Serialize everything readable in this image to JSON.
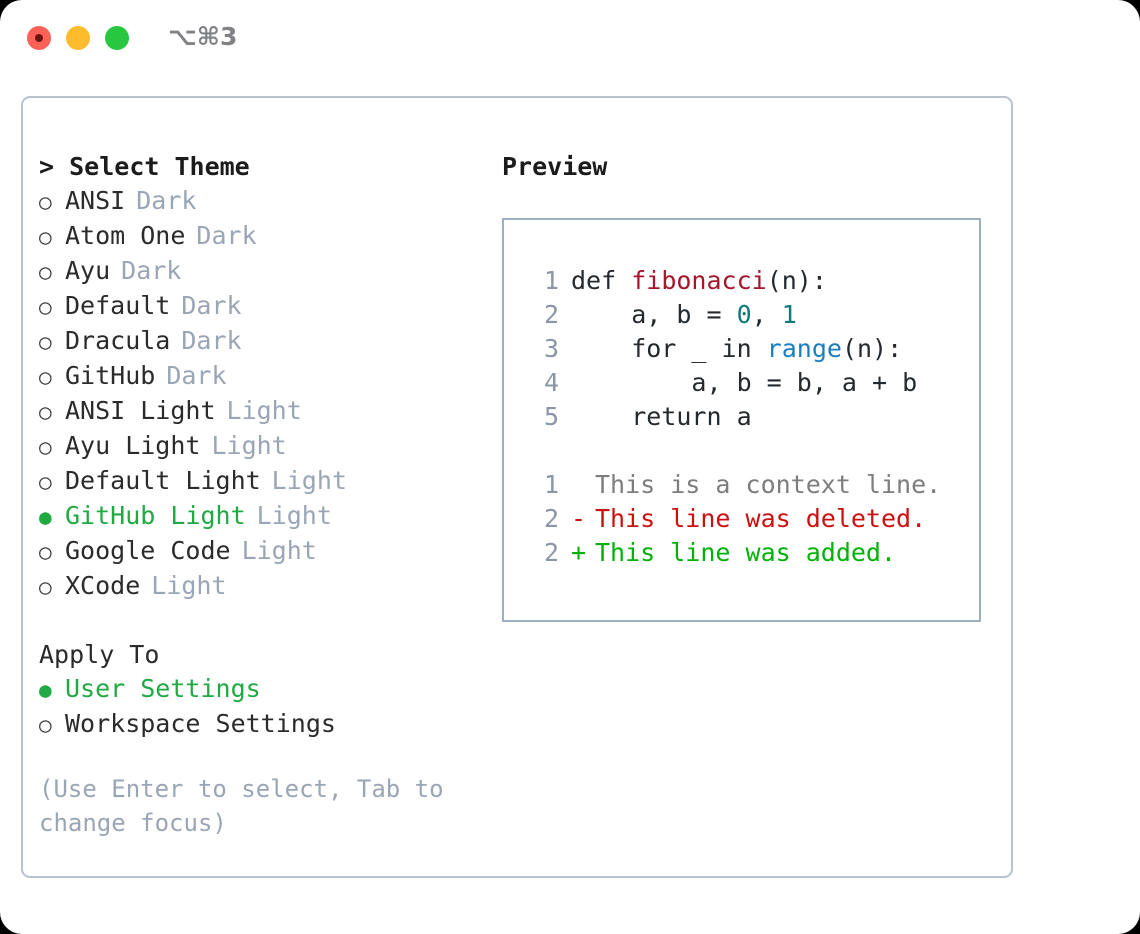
{
  "titlebar": {
    "shortcut": "⌥⌘3",
    "traffic_lights": [
      {
        "name": "close",
        "color": "#fd6158"
      },
      {
        "name": "minimize",
        "color": "#fdbc2e"
      },
      {
        "name": "zoom",
        "color": "#27c840"
      }
    ]
  },
  "colors": {
    "accent_green": "#21a944",
    "muted": "#9aa5b6",
    "panel_border": "#b9c2d0",
    "code_border": "#9fadc1",
    "lineno": "#8a96a8",
    "diff_add": "#00b208",
    "diff_del": "#cc1111",
    "diff_ctx": "#7d7d7d",
    "fn_name": "#a5172b",
    "number": "#0f7a7a",
    "call": "#1a7fc1"
  },
  "left": {
    "header_prefix": "> ",
    "header": "Select Theme",
    "bullet_selected": "●",
    "bullet_unselected": "○",
    "themes": [
      {
        "name": "ANSI",
        "variant": "Dark",
        "selected": false
      },
      {
        "name": "Atom One",
        "variant": "Dark",
        "selected": false
      },
      {
        "name": "Ayu",
        "variant": "Dark",
        "selected": false
      },
      {
        "name": "Default",
        "variant": "Dark",
        "selected": false
      },
      {
        "name": "Dracula",
        "variant": "Dark",
        "selected": false
      },
      {
        "name": "GitHub",
        "variant": "Dark",
        "selected": false
      },
      {
        "name": "ANSI Light",
        "variant": "Light",
        "selected": false
      },
      {
        "name": "Ayu Light",
        "variant": "Light",
        "selected": false
      },
      {
        "name": "Default Light",
        "variant": "Light",
        "selected": false
      },
      {
        "name": "GitHub Light",
        "variant": "Light",
        "selected": true
      },
      {
        "name": "Google Code",
        "variant": "Light",
        "selected": false
      },
      {
        "name": "XCode",
        "variant": "Light",
        "selected": false
      }
    ],
    "apply_to_label": "Apply To",
    "apply_to": [
      {
        "name": "User Settings",
        "selected": true
      },
      {
        "name": "Workspace Settings",
        "selected": false
      }
    ],
    "hint": "(Use Enter to select, Tab to change focus)"
  },
  "right": {
    "title": "Preview",
    "code": [
      {
        "no": "1",
        "segments": [
          {
            "text": "def ",
            "cls": "code-text"
          },
          {
            "text": "fibonacci",
            "cls": "tok-fn"
          },
          {
            "text": "(n):",
            "cls": "code-text"
          }
        ]
      },
      {
        "no": "2",
        "segments": [
          {
            "text": "    a, b = ",
            "cls": "code-text"
          },
          {
            "text": "0",
            "cls": "tok-num"
          },
          {
            "text": ", ",
            "cls": "code-text"
          },
          {
            "text": "1",
            "cls": "tok-num"
          }
        ]
      },
      {
        "no": "3",
        "segments": [
          {
            "text": "    for _ in ",
            "cls": "code-text"
          },
          {
            "text": "range",
            "cls": "tok-call"
          },
          {
            "text": "(n):",
            "cls": "code-text"
          }
        ]
      },
      {
        "no": "4",
        "segments": [
          {
            "text": "        a, b = b, a + b",
            "cls": "code-text"
          }
        ]
      },
      {
        "no": "5",
        "segments": [
          {
            "text": "    return a",
            "cls": "code-text"
          }
        ]
      }
    ],
    "diff": [
      {
        "no": "1",
        "marker": " ",
        "text": "This is a context line.",
        "cls": "diff-ctx"
      },
      {
        "no": "2",
        "marker": "-",
        "text": "This line was deleted.",
        "cls": "diff-del"
      },
      {
        "no": "2",
        "marker": "+",
        "text": "This line was added.",
        "cls": "diff-add"
      }
    ]
  }
}
